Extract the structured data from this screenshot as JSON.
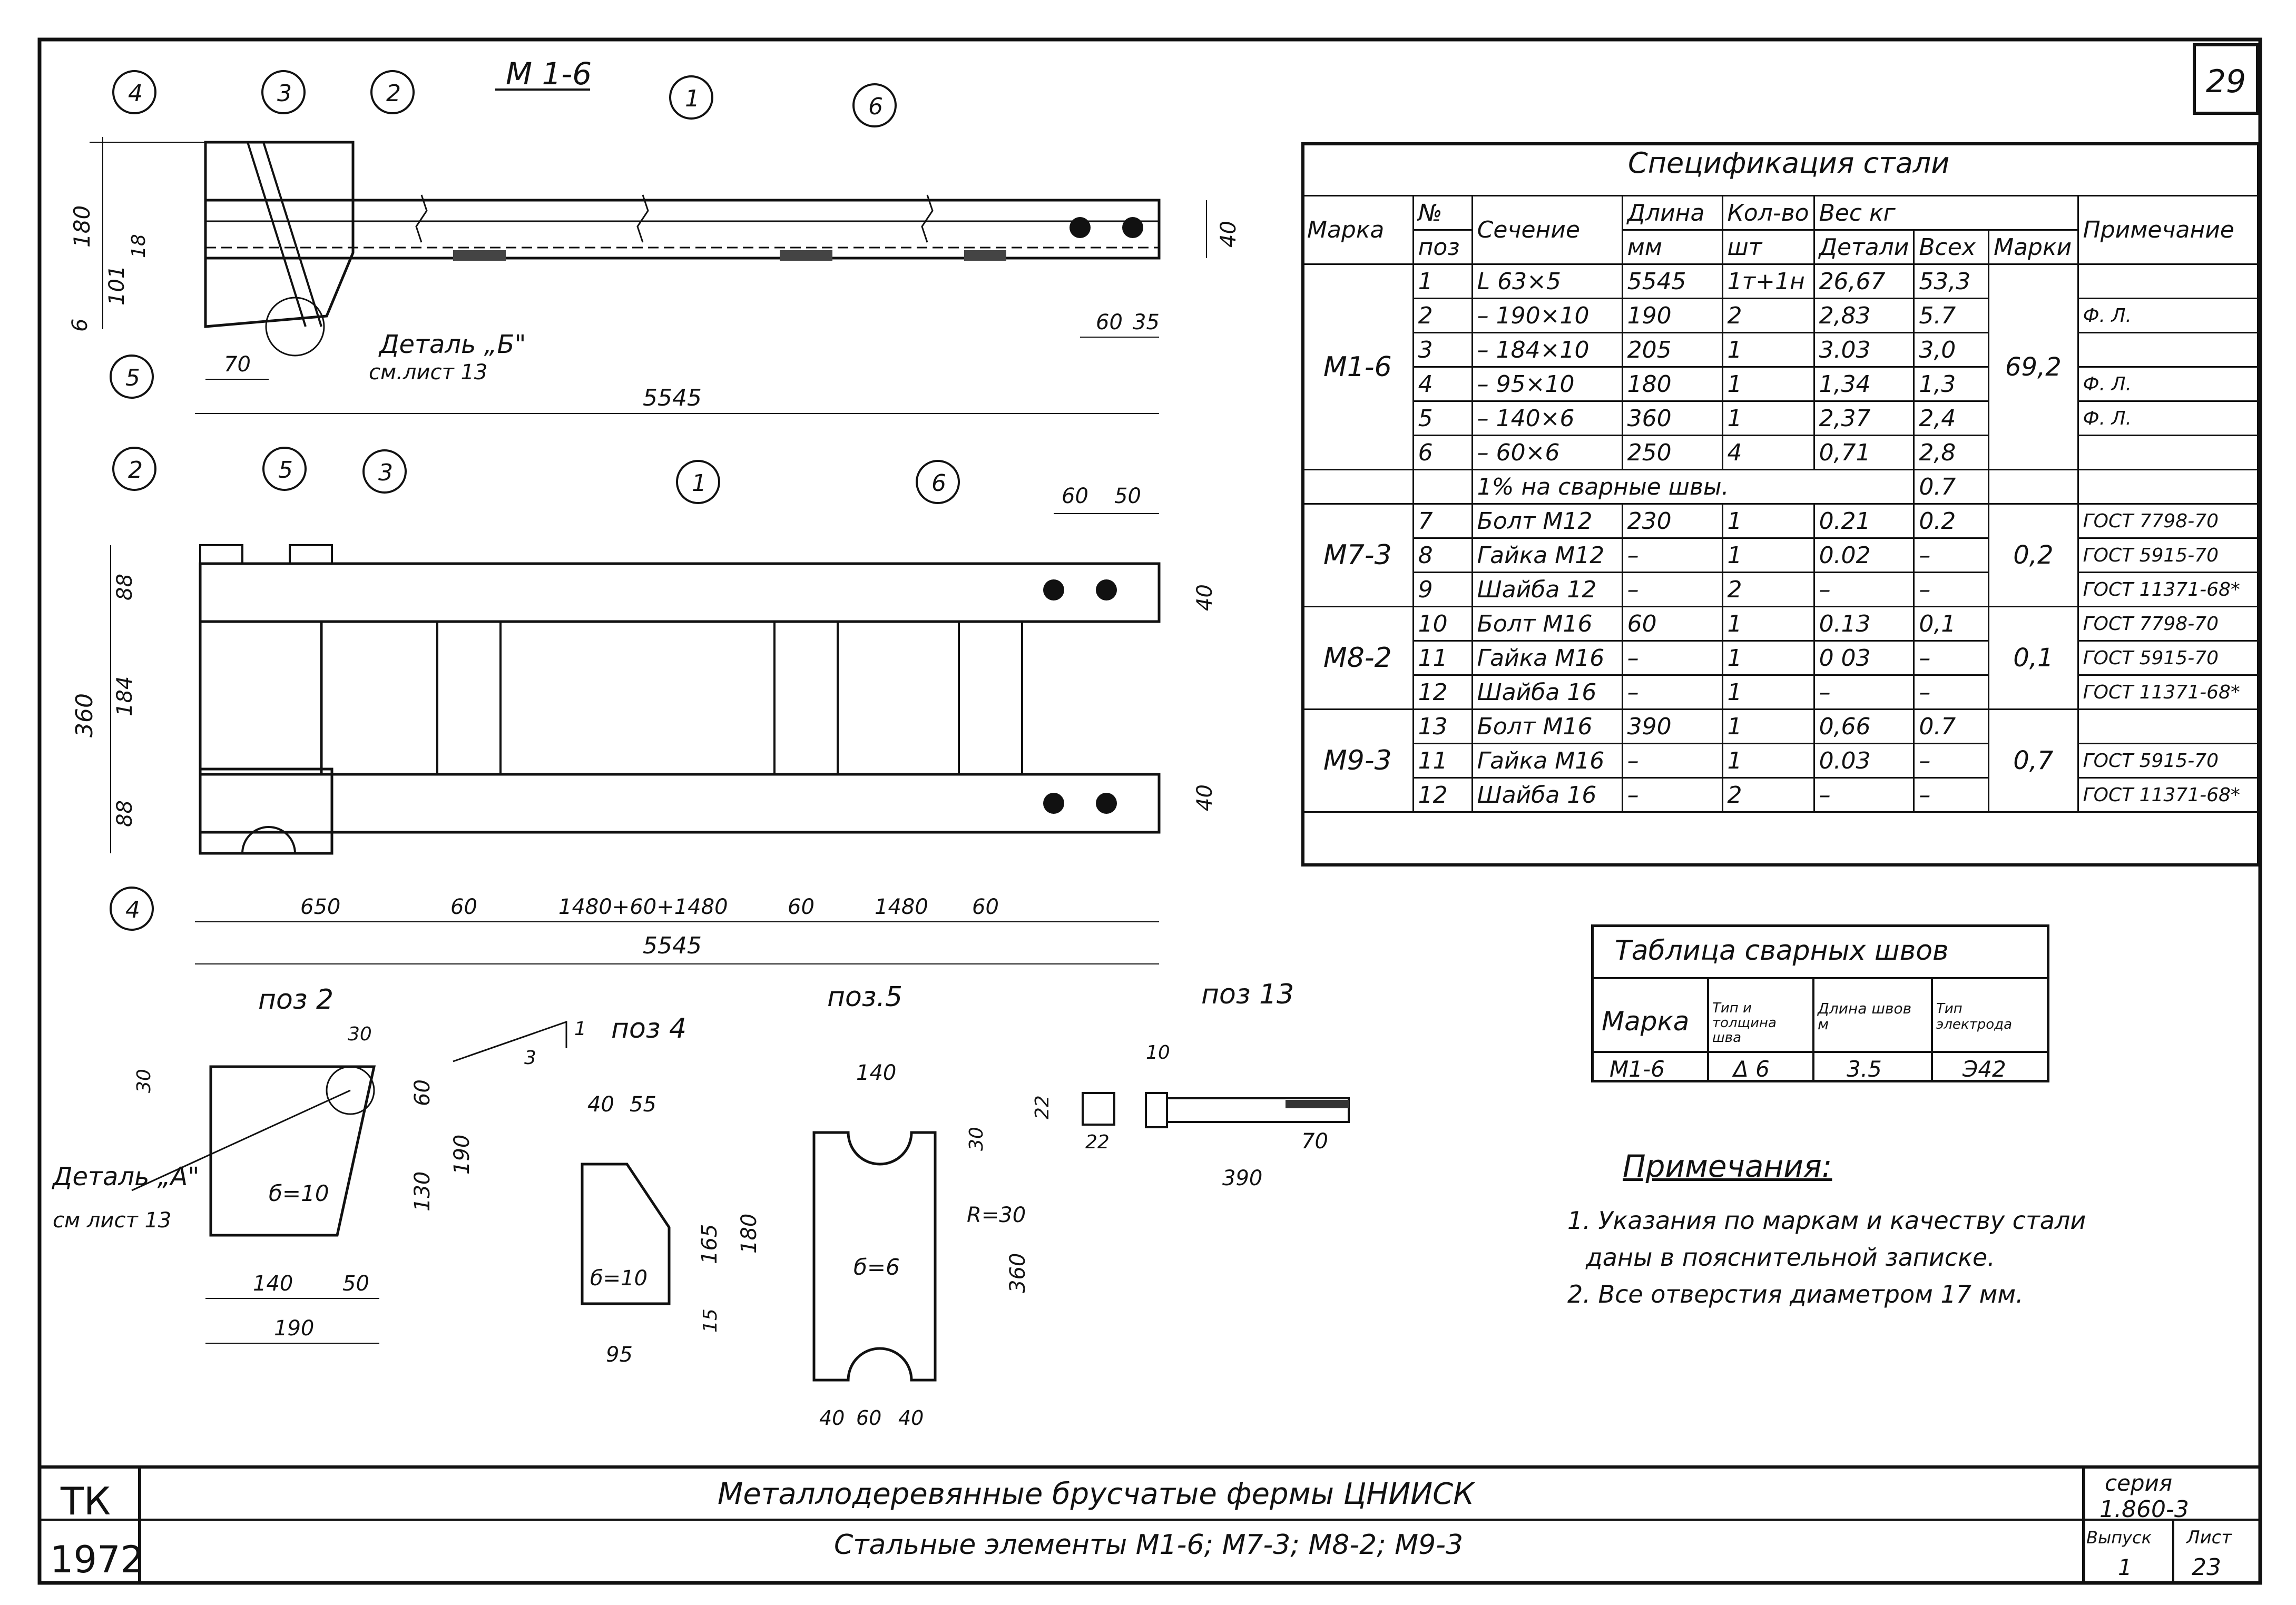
{
  "sheet_number": "29",
  "stamp": {
    "org": "ТК",
    "year": "1972",
    "title": "Металлодеревянные брусчатые фермы ЦНИИСК",
    "subtitle": "Стальные элементы  М1-6;  М7-3;  М8-2;  М9-3",
    "series_label": "серия",
    "series_value": "1.860-3",
    "issue_label": "Выпуск",
    "issue_value": "1",
    "sheet_label": "Лист",
    "sheet_value": "23"
  },
  "views": {
    "top_title": "М 1-6",
    "plan_callouts": [
      "4",
      "3",
      "2",
      "1",
      "6",
      "5"
    ],
    "plan2_callouts": [
      "2",
      "5",
      "3",
      "1",
      "6",
      "4"
    ],
    "detail_b": "Деталь „Б\"",
    "detail_b_ref": "см.лист 13",
    "detail_a": "Деталь „А\"",
    "detail_a_ref": "см лист 13",
    "dims_top": {
      "h180": "180",
      "h18": "18",
      "h101": "101",
      "h6": "6",
      "w70": "70",
      "len": "5545",
      "w60": "60",
      "w35": "35",
      "h40": "40"
    },
    "dims_plan": {
      "a650": "650",
      "a60": "60",
      "a1480x": "1480+60+1480",
      "b60": "60",
      "a1480": "1480",
      "c60": "60",
      "len": "5545",
      "h88a": "88",
      "h184": "184",
      "h360": "360",
      "h88b": "88",
      "h40a": "40",
      "h40b": "40",
      "top60": "60",
      "top50": "50"
    }
  },
  "parts": {
    "poz2": {
      "title": "поз 2",
      "d30a": "30",
      "d30b": "30",
      "d60": "60",
      "d190v": "190",
      "d130": "130",
      "d140": "140",
      "d50": "50",
      "d190h": "190",
      "thk": "б=10"
    },
    "poz4": {
      "title": "поз 4",
      "d40": "40",
      "d55": "55",
      "d165": "165",
      "d180": "180",
      "d15": "15",
      "d95": "95",
      "thk": "б=10",
      "slope1": "1",
      "slope3": "3"
    },
    "poz5": {
      "title": "поз.5",
      "d140": "140",
      "d30": "30",
      "r": "R=30",
      "d360": "360",
      "d40a": "40",
      "d60": "60",
      "d40b": "40",
      "thk": "б=6"
    },
    "poz13": {
      "title": "поз 13",
      "d10": "10",
      "d22v": "22",
      "d22h": "22",
      "d70": "70",
      "d390": "390"
    }
  },
  "spec": {
    "title": "Спецификация стали",
    "headers": {
      "mark": "Марка",
      "pos": "№",
      "pos2": "поз",
      "section": "Сечение",
      "length": "Длина",
      "length_unit": "мм",
      "qty": "Кол-во",
      "qty_unit": "шт",
      "weight": "Вес кг",
      "w_detail": "Детали",
      "w_all": "Всех",
      "w_mark": "Марки",
      "note": "Примечание"
    },
    "groups": [
      {
        "mark": "М1-6",
        "mark_weight": "69,2",
        "rows": [
          [
            "1",
            "L 63×5",
            "5545",
            "1т+1н",
            "26,67",
            "53,3",
            ""
          ],
          [
            "2",
            "– 190×10",
            "190",
            "2",
            "2,83",
            "5.7",
            "Ф. Л."
          ],
          [
            "3",
            "– 184×10",
            "205",
            "1",
            "3.03",
            "3,0",
            ""
          ],
          [
            "4",
            "– 95×10",
            "180",
            "1",
            "1,34",
            "1,3",
            "Ф. Л."
          ],
          [
            "5",
            "– 140×6",
            "360",
            "1",
            "2,37",
            "2,4",
            "Ф. Л."
          ],
          [
            "6",
            "– 60×6",
            "250",
            "4",
            "0,71",
            "2,8",
            ""
          ]
        ]
      },
      {
        "mark": "",
        "mark_weight": "",
        "rows": [
          [
            "",
            "1% на сварные швы.",
            "",
            "",
            "",
            "0.7",
            ""
          ]
        ]
      },
      {
        "mark": "М7-3",
        "mark_weight": "0,2",
        "rows": [
          [
            "7",
            "Болт М12",
            "230",
            "1",
            "0.21",
            "0.2",
            "ГОСТ 7798-70"
          ],
          [
            "8",
            "Гайка М12",
            "–",
            "1",
            "0.02",
            "–",
            "ГОСТ 5915-70"
          ],
          [
            "9",
            "Шайба 12",
            "–",
            "2",
            "–",
            "–",
            "ГОСТ 11371-68*"
          ]
        ]
      },
      {
        "mark": "М8-2",
        "mark_weight": "0,1",
        "rows": [
          [
            "10",
            "Болт М16",
            "60",
            "1",
            "0.13",
            "0,1",
            "ГОСТ 7798-70"
          ],
          [
            "11",
            "Гайка М16",
            "–",
            "1",
            "0 03",
            "–",
            "ГОСТ 5915-70"
          ],
          [
            "12",
            "Шайба 16",
            "–",
            "1",
            "–",
            "–",
            "ГОСТ 11371-68*"
          ]
        ]
      },
      {
        "mark": "М9-3",
        "mark_weight": "0,7",
        "rows": [
          [
            "13",
            "Болт М16",
            "390",
            "1",
            "0,66",
            "0.7",
            ""
          ],
          [
            "11",
            "Гайка М16",
            "–",
            "1",
            "0.03",
            "–",
            "ГОСТ 5915-70"
          ],
          [
            "12",
            "Шайба 16",
            "–",
            "2",
            "–",
            "–",
            "ГОСТ 11371-68*"
          ]
        ]
      }
    ]
  },
  "welds": {
    "title": "Таблица сварных швов",
    "headers": [
      "Марка",
      "Тип и толщина шва",
      "Длина швов м",
      "Тип электрода"
    ],
    "row": [
      "М1-6",
      "Δ 6",
      "3.5",
      "Э42"
    ]
  },
  "notes": {
    "title": "Примечания:",
    "items": [
      "1. Указания по маркам и качеству стали",
      "даны в пояснительной записке.",
      "2. Все отверстия диаметром 17 мм."
    ]
  }
}
